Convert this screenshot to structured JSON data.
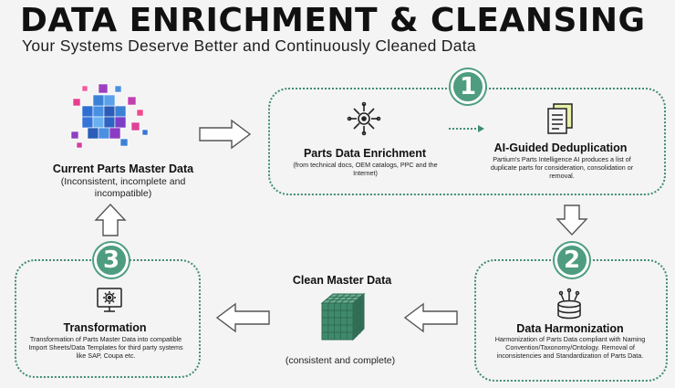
{
  "header": {
    "title": "DATA ENRICHMENT & CLEANSING",
    "subtitle": "Your Systems Deserve Better and Continuously Cleaned Data"
  },
  "current": {
    "title": "Current Parts Master Data",
    "description": "(Inconsistent, incomplete and incompatible)"
  },
  "step1": {
    "number": "1",
    "enrichment": {
      "title": "Parts Data Enrichment",
      "description": "(from technical docs, OEM catalogs, PPC and the Internet)"
    },
    "dedup": {
      "title": "AI-Guided Deduplication",
      "description": "Partium's Parts Intelligence AI produces a list of duplicate parts for consideration, consolidation or removal."
    }
  },
  "step2": {
    "number": "2",
    "title": "Data Harmonization",
    "description": "Harmonization of Parts Data compliant with Naming Convention/Taxonomy/Ontology. Removal of inconsistencies and Standardization of Parts Data."
  },
  "clean": {
    "title": "Clean Master Data",
    "description": "(consistent and complete)"
  },
  "step3": {
    "number": "3",
    "title": "Transformation",
    "description": "Transformation of Parts Master Data into compatible Import Sheets/Data Templates for third party systems like SAP, Coupa etc."
  },
  "colors": {
    "accent": "#4e9d80",
    "border": "#3f8d6e",
    "cube_teal": "#3f8a6c"
  }
}
